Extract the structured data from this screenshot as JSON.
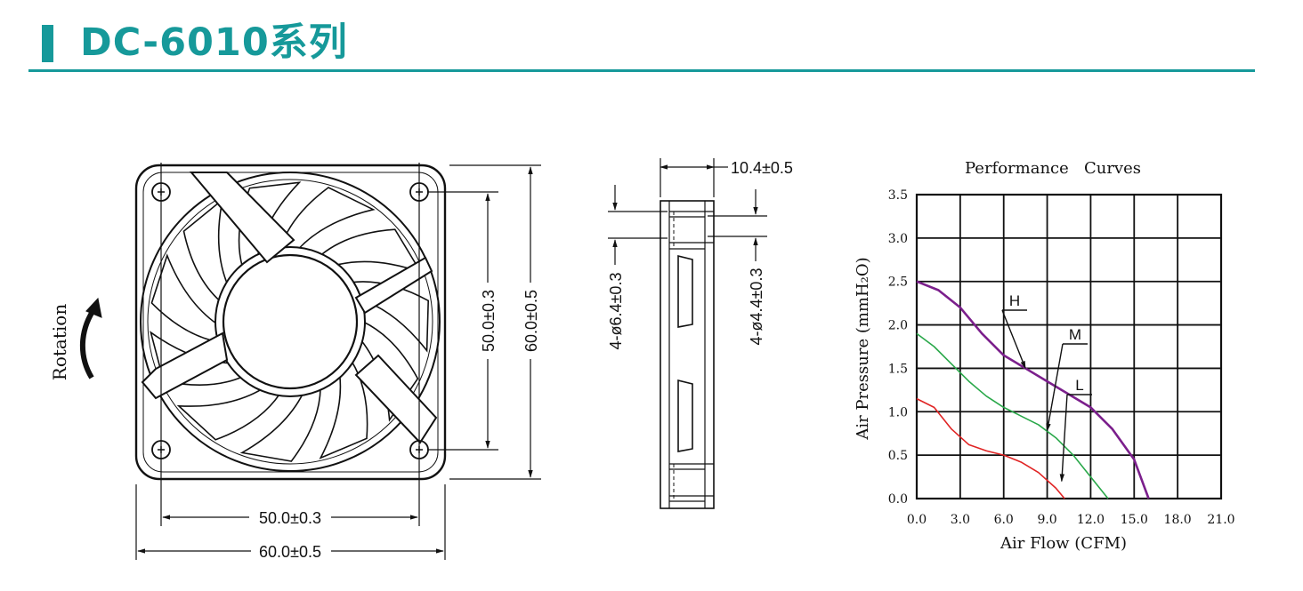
{
  "header": {
    "title": "DC-6010系列",
    "accent_color": "#16999a"
  },
  "front_view": {
    "rotation_label": "Rotation",
    "dim_hole_spacing_h": "50.0±0.3",
    "dim_overall_h": "60.0±0.5",
    "dim_hole_spacing_v": "50.0±0.3",
    "dim_overall_v": "60.0±0.5",
    "blade_count": 11
  },
  "side_view": {
    "dim_thickness": "10.4±0.5",
    "dim_hole_large": "4-ø6.4±0.3",
    "dim_hole_small": "4-ø4.4±0.3"
  },
  "chart_data": {
    "type": "line",
    "title": "Performance   Curves",
    "xlabel": "Air Flow (CFM)",
    "ylabel": "Air Pressure (mmH₂O)",
    "xlim": [
      0,
      21
    ],
    "ylim": [
      0,
      3.5
    ],
    "x_ticks": [
      "0.0",
      "3.0",
      "6.0",
      "9.0",
      "12.0",
      "15.0",
      "18.0",
      "21.0"
    ],
    "y_ticks": [
      "0.0",
      "0.5",
      "1.0",
      "1.5",
      "2.0",
      "2.5",
      "3.0",
      "3.5"
    ],
    "grid": true,
    "series": [
      {
        "name": "H",
        "color": "#7b1f8c",
        "x": [
          0,
          1.5,
          3,
          4.5,
          6,
          7.5,
          9,
          10.5,
          12,
          13.5,
          15,
          16
        ],
        "y": [
          2.5,
          2.4,
          2.2,
          1.9,
          1.65,
          1.5,
          1.35,
          1.2,
          1.05,
          0.8,
          0.45,
          0.0
        ]
      },
      {
        "name": "M",
        "color": "#2aa84a",
        "x": [
          0,
          1.2,
          2.4,
          3.6,
          4.8,
          6,
          7.2,
          8.4,
          9.6,
          10.8,
          12,
          13.2
        ],
        "y": [
          1.9,
          1.75,
          1.55,
          1.35,
          1.18,
          1.05,
          0.95,
          0.85,
          0.7,
          0.5,
          0.25,
          0.0
        ]
      },
      {
        "name": "L",
        "color": "#e02424",
        "x": [
          0,
          1.2,
          2.4,
          3.6,
          4.8,
          6,
          7.2,
          8.4,
          9.6,
          10.2
        ],
        "y": [
          1.15,
          1.05,
          0.8,
          0.62,
          0.55,
          0.5,
          0.42,
          0.3,
          0.12,
          0.0
        ]
      }
    ]
  }
}
